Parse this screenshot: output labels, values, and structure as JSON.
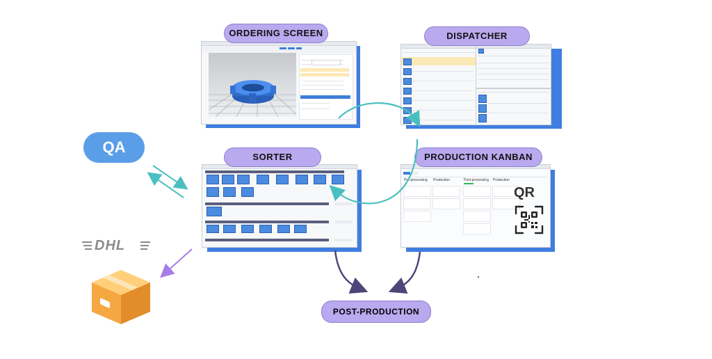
{
  "labels": {
    "ordering": "ORDERING SCREEN",
    "dispatcher": "DISPATCHER",
    "sorter": "SORTER",
    "kanban": "PRODUCTION KANBAN",
    "qa": "QA",
    "post": "POST-PRODUCTION",
    "qr": "QR",
    "dhl": "DHL"
  },
  "kanban": {
    "columns": [
      "Pre-processing",
      "Production",
      "Post-processing",
      "Production"
    ]
  },
  "colors": {
    "pill": "#b9a9ee",
    "window_shadow": "#3f7de0",
    "qa": "#5b9ee8",
    "teal_arrow": "#4bbfbf",
    "navy_arrow": "#4d4779",
    "purple_arrow": "#a57ee8",
    "box": "#f5a742",
    "dhl": "#8a8a8a"
  }
}
